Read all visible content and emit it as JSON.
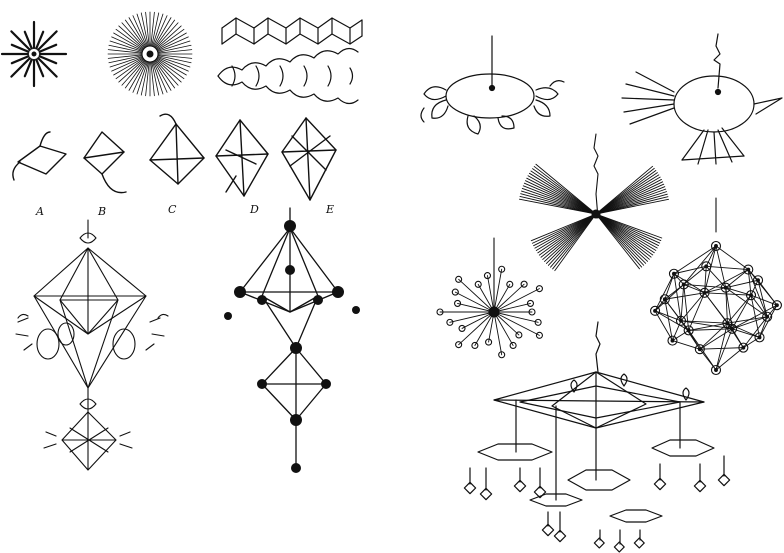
{
  "page": {
    "background": "#ffffff",
    "ink_color": "#111111"
  },
  "step_labels": [
    "A",
    "B",
    "C",
    "D",
    "E"
  ],
  "figures": {
    "left": [
      "straw-star-sun",
      "straw-star-dense",
      "straw-braid-flat",
      "straw-braid-round",
      "assembly-step-a",
      "assembly-step-b",
      "assembly-step-c",
      "assembly-step-d",
      "assembly-step-e",
      "mobile-with-eggs",
      "mobile-dark-tiered"
    ],
    "right": [
      "egg-bird-with-flowers",
      "egg-bird-with-tail",
      "straw-bow-fan",
      "flower-burst-sphere",
      "flower-geodesic-sphere",
      "tiered-hexagon-mobile"
    ]
  }
}
